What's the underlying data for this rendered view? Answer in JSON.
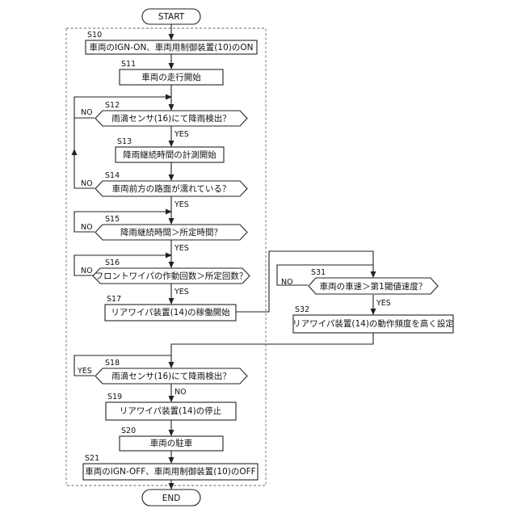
{
  "terminals": {
    "start": "START",
    "end": "END"
  },
  "steps": {
    "s10": {
      "id": "S10",
      "text": "車両のIGN-ON、車両用制御装置(10)のON"
    },
    "s11": {
      "id": "S11",
      "text": "車両の走行開始"
    },
    "s12": {
      "id": "S12",
      "text": "雨滴センサ(16)にて降雨検出？"
    },
    "s13": {
      "id": "S13",
      "text": "降雨継続時間の計測開始"
    },
    "s14": {
      "id": "S14",
      "text": "車両前方の路面が濡れている？"
    },
    "s15": {
      "id": "S15",
      "text": "降雨継続時間＞所定時間？"
    },
    "s16": {
      "id": "S16",
      "text": "フロントワイパの作動回数＞所定回数？"
    },
    "s17": {
      "id": "S17",
      "text": "リアワイパ装置(14)の稼働開始"
    },
    "s18": {
      "id": "S18",
      "text": "雨滴センサ(16)にて降雨検出？"
    },
    "s19": {
      "id": "S19",
      "text": "リアワイパ装置(14)の停止"
    },
    "s20": {
      "id": "S20",
      "text": "車両の駐車"
    },
    "s21": {
      "id": "S21",
      "text": "車両のIGN-OFF、車両用制御装置(10)のOFF"
    },
    "s31": {
      "id": "S31",
      "text": "車両の車速＞第1閾値速度？"
    },
    "s32": {
      "id": "S32",
      "text": "リアワイパ装置(14)の動作頻度を高く設定"
    }
  },
  "branch_labels": {
    "s12_yes": "YES",
    "s12_no": "NO",
    "s14_yes": "YES",
    "s14_no": "NO",
    "s15_yes": "YES",
    "s15_no": "NO",
    "s16_yes": "YES",
    "s16_no": "NO",
    "s18_yes": "YES",
    "s18_no": "NO",
    "s31_yes": "YES",
    "s31_no": "NO"
  }
}
